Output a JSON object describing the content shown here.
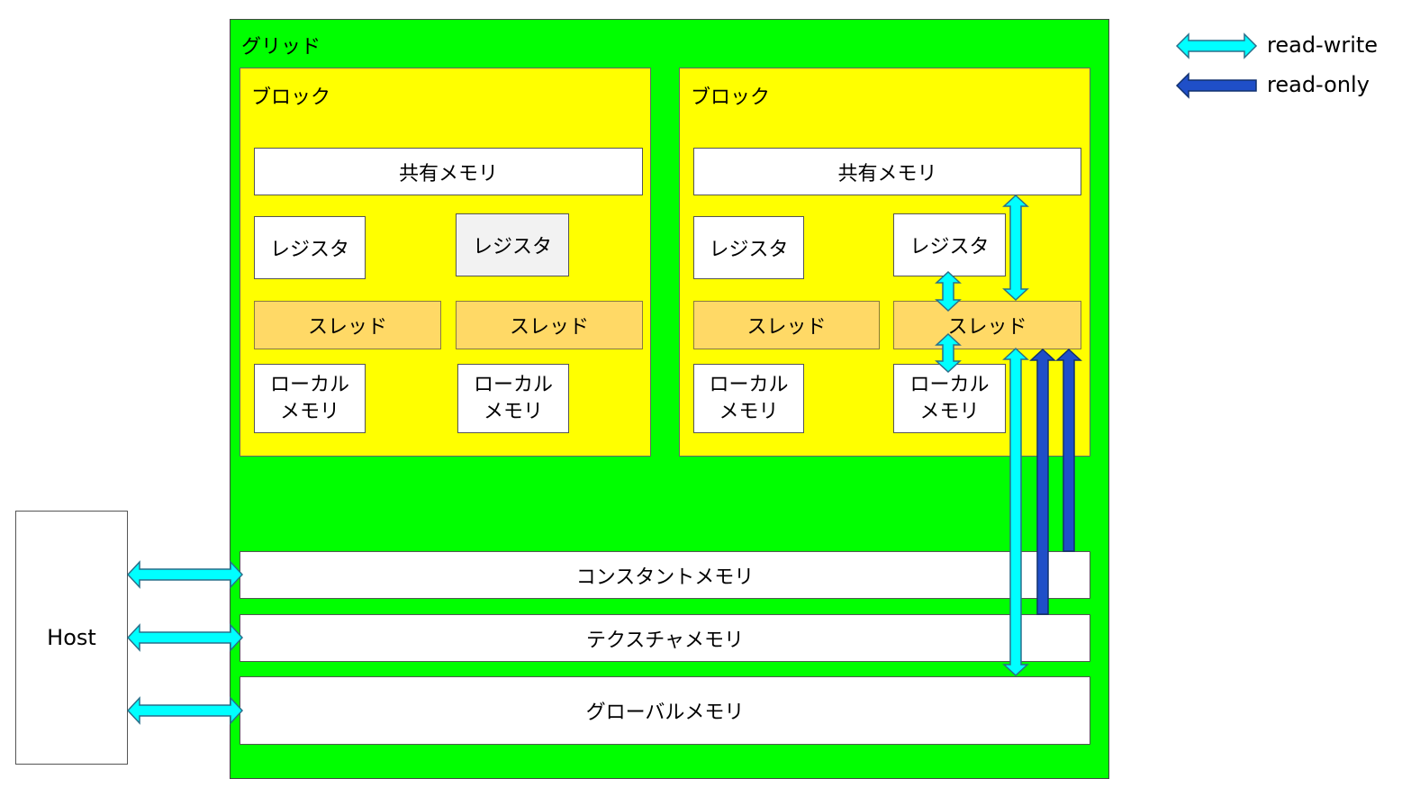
{
  "grid": {
    "label": "グリッド"
  },
  "blocks": [
    {
      "label": "ブロック",
      "shared_memory": "共有メモリ",
      "registers": [
        "レジスタ",
        "レジスタ"
      ],
      "threads": [
        "スレッド",
        "スレッド"
      ],
      "local_memory": [
        [
          "ローカル",
          "メモリ"
        ],
        [
          "ローカル",
          "メモリ"
        ]
      ]
    },
    {
      "label": "ブロック",
      "shared_memory": "共有メモリ",
      "registers": [
        "レジスタ",
        "レジスタ"
      ],
      "threads": [
        "スレッド",
        "スレッド"
      ],
      "local_memory": [
        [
          "ローカル",
          "メモリ"
        ],
        [
          "ローカル",
          "メモリ"
        ]
      ]
    }
  ],
  "constant_memory": "コンスタントメモリ",
  "texture_memory": "テクスチャメモリ",
  "global_memory": "グローバルメモリ",
  "host": "Host",
  "legend": [
    {
      "label": "read-write",
      "color": "#00ffff"
    },
    {
      "label": "read-only",
      "color": "#1f4fc8"
    }
  ],
  "colors": {
    "grid": "#00ff00",
    "block": "#ffff00",
    "thread": "#ffd966",
    "register_highlight": "#f2f2f2",
    "read_write": "#00ffff",
    "read_only": "#1f4fc8"
  }
}
